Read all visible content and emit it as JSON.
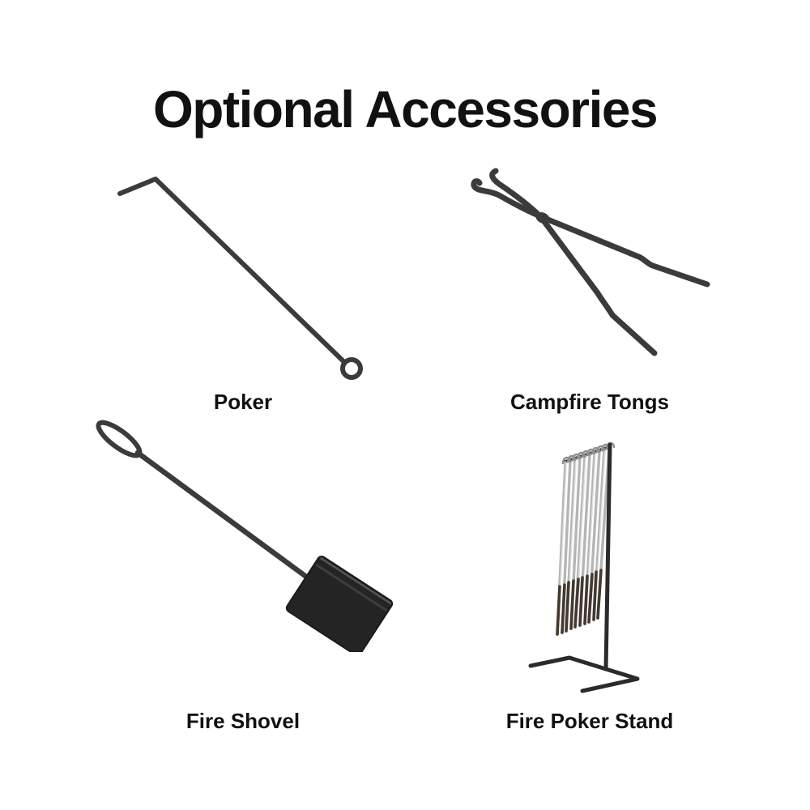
{
  "page": {
    "title": "Optional Accessories",
    "background_color": "#ffffff",
    "text_color": "#111111"
  },
  "products": [
    {
      "label": "Poker",
      "icon": "poker-icon",
      "stroke_color": "#3b3b3b"
    },
    {
      "label": "Campfire Tongs",
      "icon": "campfire-tongs-icon",
      "stroke_color": "#3b3b3b"
    },
    {
      "label": "Fire Shovel",
      "icon": "fire-shovel-icon",
      "stroke_color": "#3b3b3b",
      "blade_color": "#242424"
    },
    {
      "label": "Fire Poker Stand",
      "icon": "fire-poker-stand-icon",
      "frame_color": "#2b2b2b",
      "poker_color": "#b5b5b5",
      "tip_color": "#43392f"
    }
  ]
}
